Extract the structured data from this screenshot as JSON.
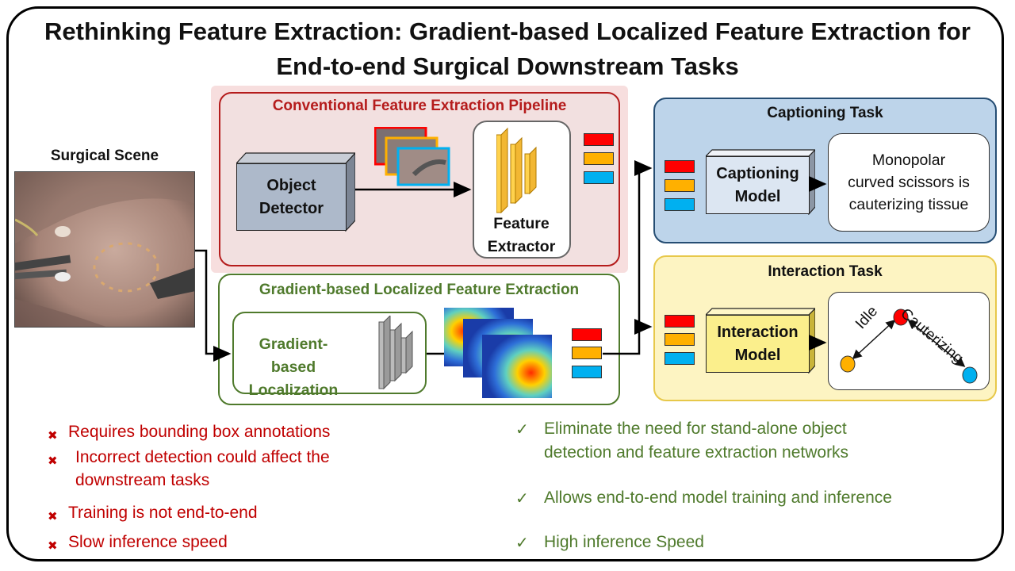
{
  "title": {
    "line1": "Rethinking Feature Extraction: Gradient-based Localized Feature Extraction for",
    "line2": "End-to-end Surgical Downstream Tasks"
  },
  "scene": {
    "label": "Surgical Scene"
  },
  "conventional": {
    "title": "Conventional Feature Extraction Pipeline",
    "detector": [
      "Object",
      "Detector"
    ],
    "extractor": [
      "Feature",
      "Extractor"
    ]
  },
  "gradient": {
    "title": "Gradient-based Localized Feature Extraction",
    "localization": [
      "Gradient-",
      "based Localization"
    ]
  },
  "captioning": {
    "title": "Captioning Task",
    "model": [
      "Captioning",
      "Model"
    ],
    "caption": [
      "Monopolar",
      "curved scissors is",
      "cauterizing tissue"
    ]
  },
  "interaction": {
    "title": "Interaction Task",
    "model": [
      "Interaction",
      "Model"
    ],
    "edge_idle": "Idle",
    "edge_cauterizing": "Cauterizing"
  },
  "drawbacks": {
    "items": [
      "Requires bounding box annotations",
      "Incorrect detection could affect the",
      "downstream tasks",
      "Training is not end-to-end",
      "Slow inference speed"
    ]
  },
  "benefits": {
    "items": [
      "Eliminate the need for stand-alone  object",
      "detection and feature extraction networks",
      "Allows end-to-end model training and inference",
      "High inference Speed"
    ]
  },
  "colors": {
    "feature_red": "#ff0000",
    "feature_orange": "#ffb000",
    "feature_blue": "#00b0f0",
    "conventional_border": "#b51c1c",
    "gradient_border": "#4f7a2c",
    "captioning_bg": "#bdd4ea",
    "interaction_bg": "#fdf4c2"
  }
}
